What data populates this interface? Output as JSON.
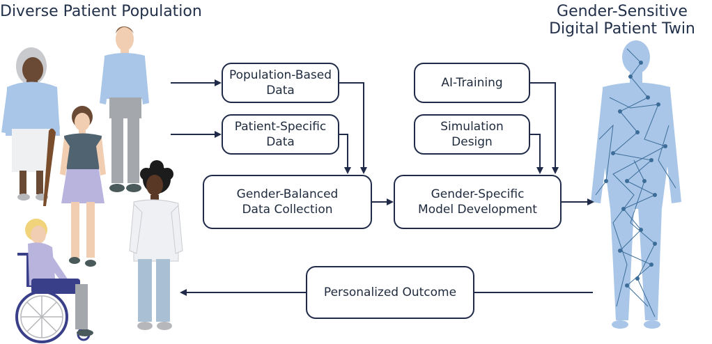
{
  "titles": {
    "left": "Diverse Patient Population",
    "right": "Gender-Sensitive\nDigital Patient Twin"
  },
  "boxes": {
    "population_data": "Population-Based\nData",
    "patient_data": "Patient-Specific\nData",
    "ai_training": "AI-Training",
    "simulation_design": "Simulation\nDesign",
    "data_collection": "Gender-Balanced\nData Collection",
    "model_development": "Gender-Specific\nModel Development",
    "personalized_outcome": "Personalized Outcome"
  },
  "colors": {
    "box_border": "#1e2a48",
    "arrow": "#1e2a48",
    "twin_fill": "#a9c6e8",
    "twin_network": "#3c6d98",
    "skin_light": "#f1cdb1",
    "skin_dark": "#5a3826",
    "shirt_blue": "#a9c6e8",
    "gray_pants": "#a4a7ab"
  },
  "icons": {
    "people": [
      "elderly-woman-with-cane",
      "young-man",
      "young-woman",
      "woman-in-wheelchair",
      "curly-haired-woman"
    ],
    "twin": "digital-twin-body-network"
  }
}
